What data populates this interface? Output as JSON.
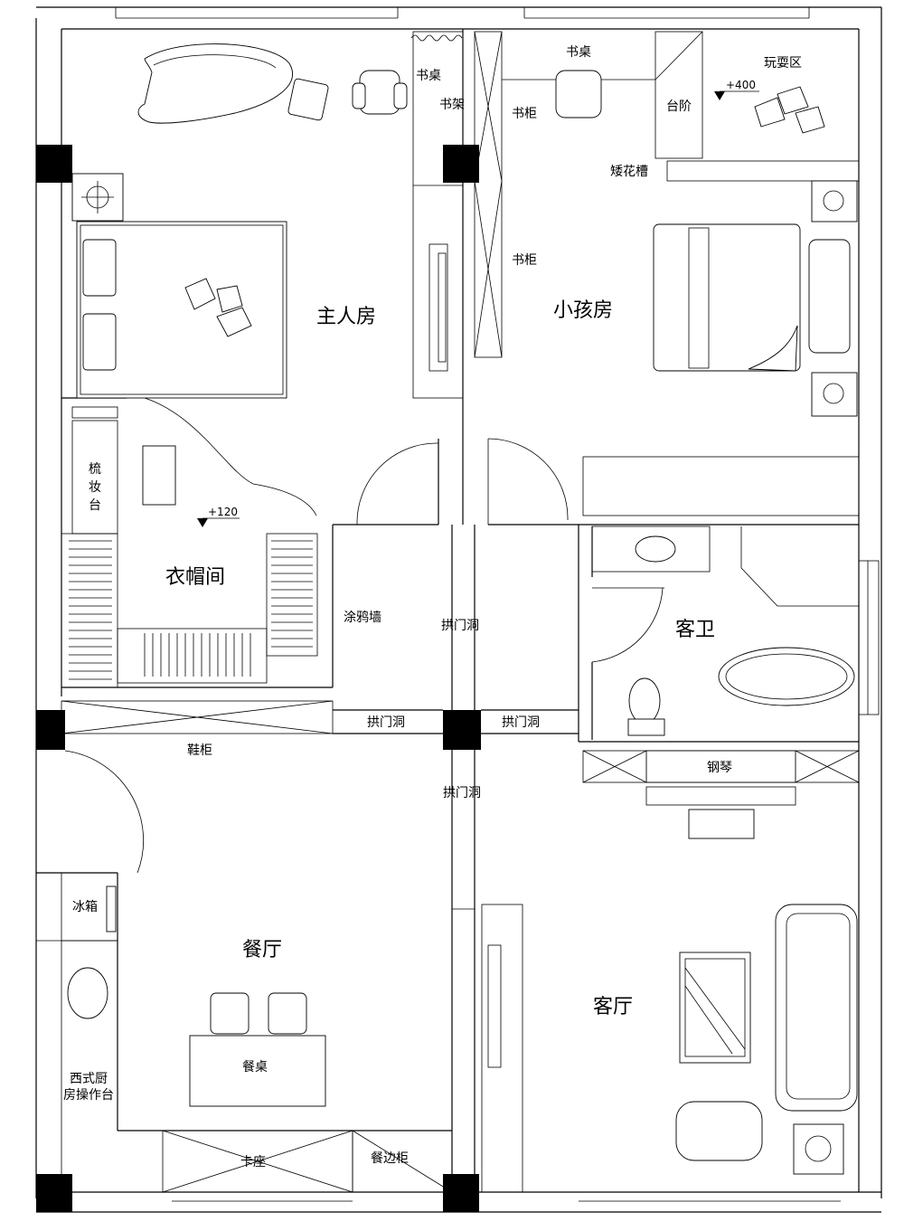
{
  "rooms": {
    "master_bedroom": "主人房",
    "kids_room": "小孩房",
    "walk_in_closet": "衣帽间",
    "guest_bath": "客卫",
    "dining_room": "餐厅",
    "living_room": "客厅"
  },
  "labels": {
    "desk_a": "书桌",
    "bookshelf": "书架",
    "desk_b": "书桌",
    "bookcase_a": "书柜",
    "bookcase_b": "书柜",
    "steps": "台阶",
    "play_area": "玩耍区",
    "low_planter": "矮花槽",
    "vanity_1": "梳",
    "vanity_2": "妆",
    "vanity_3": "台",
    "graffiti_wall": "涂鸦墙",
    "arch_1": "拱门洞",
    "arch_2": "拱门洞",
    "arch_3": "拱门洞",
    "arch_4": "拱门洞",
    "shoe_cabinet": "鞋柜",
    "piano": "钢琴",
    "fridge": "冰箱",
    "kitchen_1": "西式厨",
    "kitchen_2": "房操作台",
    "dining_table": "餐桌",
    "booth_seat": "卡座",
    "sideboard": "餐边柜"
  },
  "levels": {
    "play_area": "+400",
    "closet": "+120"
  }
}
